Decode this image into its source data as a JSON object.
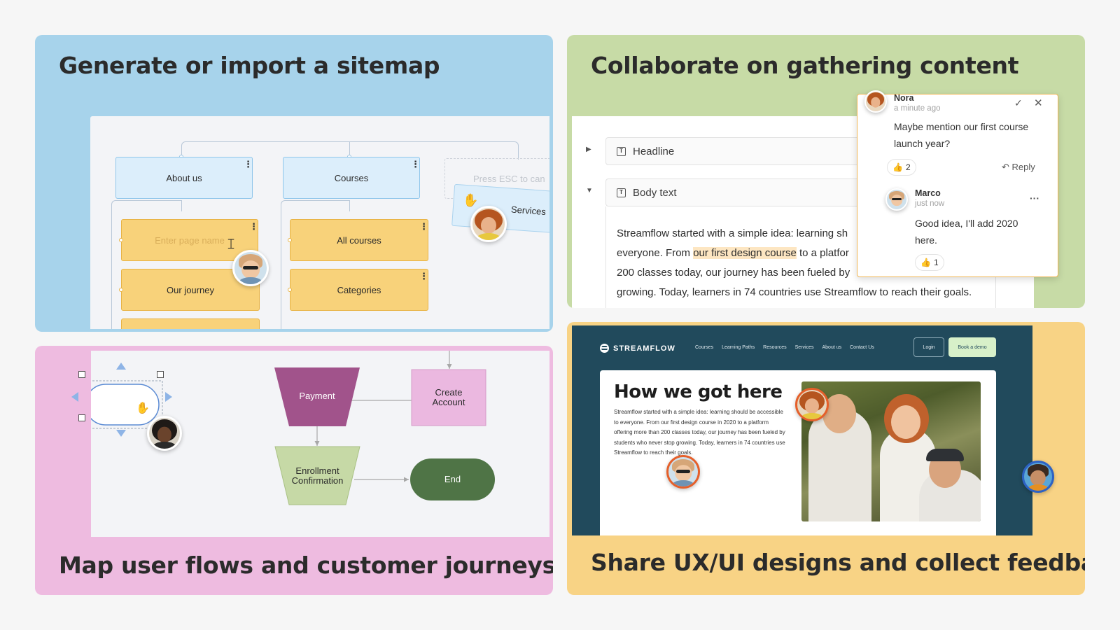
{
  "panels": {
    "sitemap": {
      "title": "Generate or import a sitemap",
      "nodes": {
        "about_us": "About us",
        "courses": "Courses",
        "enter_placeholder": "Enter page name",
        "our_journey": "Our journey",
        "all_courses": "All courses",
        "categories": "Categories",
        "press_esc": "Press ESC to can",
        "services": "Services"
      }
    },
    "content": {
      "title": "Collaborate on gathering content",
      "fields": {
        "headline": "Headline",
        "body_text": "Body text"
      },
      "body": {
        "line1": "Streamflow started with a simple idea: learning sh",
        "line2_pre": "everyone. From ",
        "line2_hl": "our first design course",
        "line2_post": " to a platfor",
        "line3": "200 classes today, our journey has been fueled by",
        "line4": "growing. Today, learners in 74 countries use Streamflow to reach their goals."
      },
      "comments": {
        "first": {
          "author": "Nora",
          "time": "a minute ago",
          "text": "Maybe mention our first course launch year?",
          "reaction_emoji": "👍",
          "reaction_count": "2",
          "reply_label": "Reply"
        },
        "second": {
          "author": "Marco",
          "time": "just now",
          "text": "Good idea, I'll add 2020 here.",
          "reaction_emoji": "👍",
          "reaction_count": "1",
          "more": "···"
        }
      }
    },
    "flows": {
      "title": "Map user flows and customer journeys",
      "shapes": {
        "payment": "Payment",
        "create_account": "Create\nAccount",
        "enrollment": "Enrollment\nConfirmation",
        "end": "End"
      },
      "colors": {
        "payment": "#a1538b",
        "create_account": "#ebb8e0",
        "enrollment": "#c6d9a6",
        "end": "#4f7446"
      }
    },
    "designs": {
      "title": "Share UX/UI designs and collect feedback",
      "site": {
        "brand": "STREAMFLOW",
        "nav": [
          "Courses",
          "Learning Paths",
          "Resources",
          "Services",
          "About us",
          "Contact Us"
        ],
        "login": "Login",
        "demo": "Book a demo",
        "heading": "How we got here",
        "paragraph": "Streamflow started with a simple idea: learning should be accessible to everyone. From our first design course in 2020 to a platform offering more than 200 classes today, our journey has been fueled by students who never stop growing. Today, learners in 74 countries use Streamflow to reach their goals."
      }
    }
  },
  "colors": {
    "sitemap_bg": "#a7d3eb",
    "content_bg": "#c7dba6",
    "flows_bg": "#eebbe0",
    "designs_bg": "#f8d385",
    "site_bg": "#214a5c",
    "highlight": "#fde6c2",
    "comment_border": "#f0b654"
  }
}
